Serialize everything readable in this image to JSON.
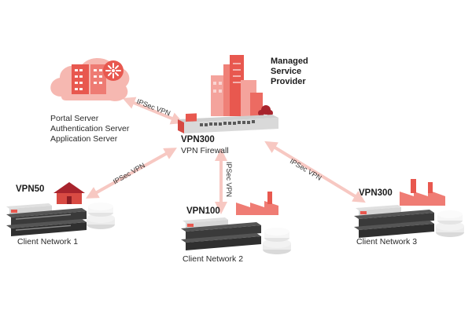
{
  "colors": {
    "accent": "#e8584f",
    "accent_light": "#f4a39c",
    "link": "#f7c8c2",
    "cloud": "#f6b8b1",
    "device_dark": "#3a3a3a"
  },
  "diagram": {
    "provider": {
      "label": "Managed\nService\nProvider"
    },
    "cloud": {
      "icon": "wheel-icon",
      "servers": [
        "Portal Server",
        "Authentication Server",
        "Application Server"
      ]
    },
    "hub": {
      "model": "VPN300",
      "subtitle": "VPN Firewall"
    },
    "links": [
      {
        "label": "IPSec VPN"
      },
      {
        "label": "IPSec VPN"
      },
      {
        "label": "IPSec VPN"
      },
      {
        "label": "IPSec VPN"
      }
    ],
    "branches": [
      {
        "model": "VPN50",
        "network": "Client Network 1"
      },
      {
        "model": "VPN100",
        "network": "Client Network 2"
      },
      {
        "model": "VPN300",
        "network": "Client Network 3"
      }
    ]
  }
}
